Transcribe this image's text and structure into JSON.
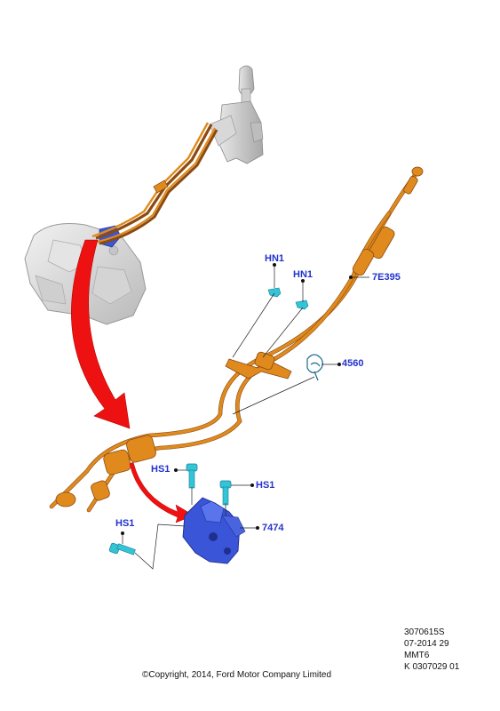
{
  "callouts": {
    "hn1_left": "HN1",
    "hn1_right": "HN1",
    "part_7e395": "7E395",
    "part_4560": "4560",
    "hs1_top_left": "HS1",
    "hs1_top_right": "HS1",
    "hs1_bottom": "HS1",
    "part_7474": "7474"
  },
  "meta": {
    "ref_code": "3070615S",
    "date_code": "07-2014 29",
    "model_code": "MMT6",
    "doc_code": "K 0307029 01"
  },
  "copyright": "©Copyright, 2014, Ford Motor Company Limited",
  "colors": {
    "cable": "#e08a1e",
    "cable_dark": "#8a4a10",
    "bracket": "#3a55d8",
    "clip": "#33c4d8",
    "arrow": "#ee1111",
    "callout_text": "#2233cc"
  }
}
